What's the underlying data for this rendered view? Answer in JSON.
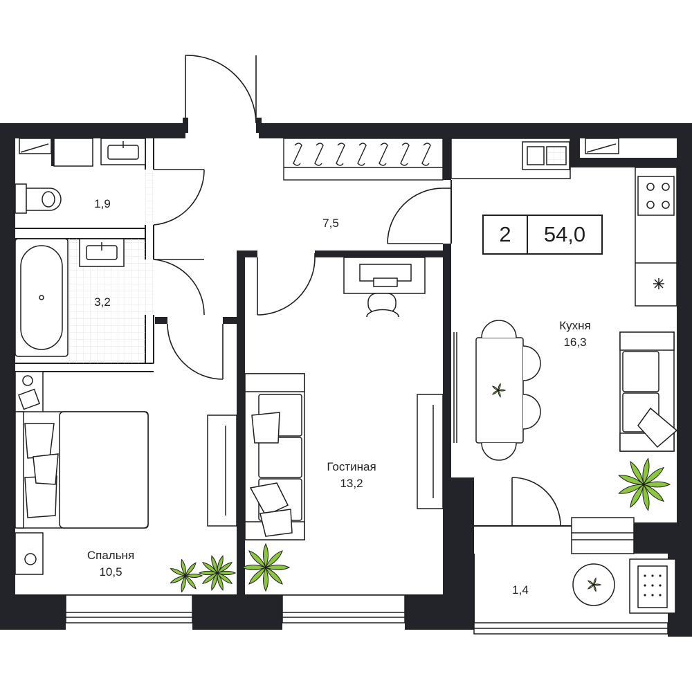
{
  "summary": {
    "rooms": "2",
    "total_area": "54,0"
  },
  "rooms": {
    "hall": {
      "area": "7,5"
    },
    "wc": {
      "area": "1,9"
    },
    "bathroom": {
      "area": "3,2"
    },
    "bedroom": {
      "name": "Спальня",
      "area": "10,5"
    },
    "living": {
      "name": "Гостиная",
      "area": "13,2"
    },
    "kitchen": {
      "name": "Кухня",
      "area": "16,3"
    },
    "balcony": {
      "area": "1,4"
    }
  },
  "colors": {
    "wall": "#23242a",
    "line": "#1f1f1f",
    "plant_light": "#8cc63f",
    "plant_dark": "#2e7d32"
  }
}
